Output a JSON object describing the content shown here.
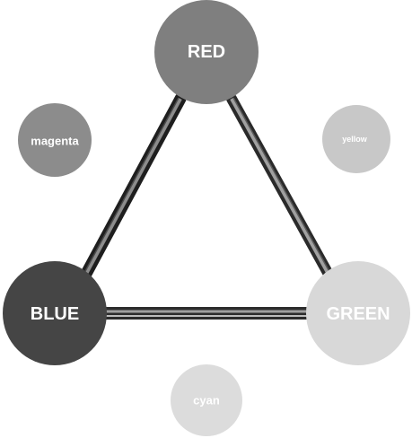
{
  "diagram": {
    "primaries": [
      {
        "id": "red",
        "label": "RED",
        "fill": "#7f7f7f"
      },
      {
        "id": "blue",
        "label": "BLUE",
        "fill": "#454545"
      },
      {
        "id": "green",
        "label": "GREEN",
        "fill": "#d8d8d8"
      }
    ],
    "secondaries": [
      {
        "id": "magenta",
        "label": "magenta",
        "fill": "#8c8c8c"
      },
      {
        "id": "yellow",
        "label": "yellow",
        "fill": "#c8c8c8"
      },
      {
        "id": "cyan",
        "label": "cyan",
        "fill": "#dcdcdc"
      }
    ],
    "edges": [
      {
        "from": "red",
        "to": "blue"
      },
      {
        "from": "red",
        "to": "green"
      },
      {
        "from": "blue",
        "to": "green"
      }
    ],
    "colors": {
      "edge_outer": "#2a2a2a",
      "edge_inner": "#9a9a9a",
      "label_text": "#ffffff"
    }
  }
}
